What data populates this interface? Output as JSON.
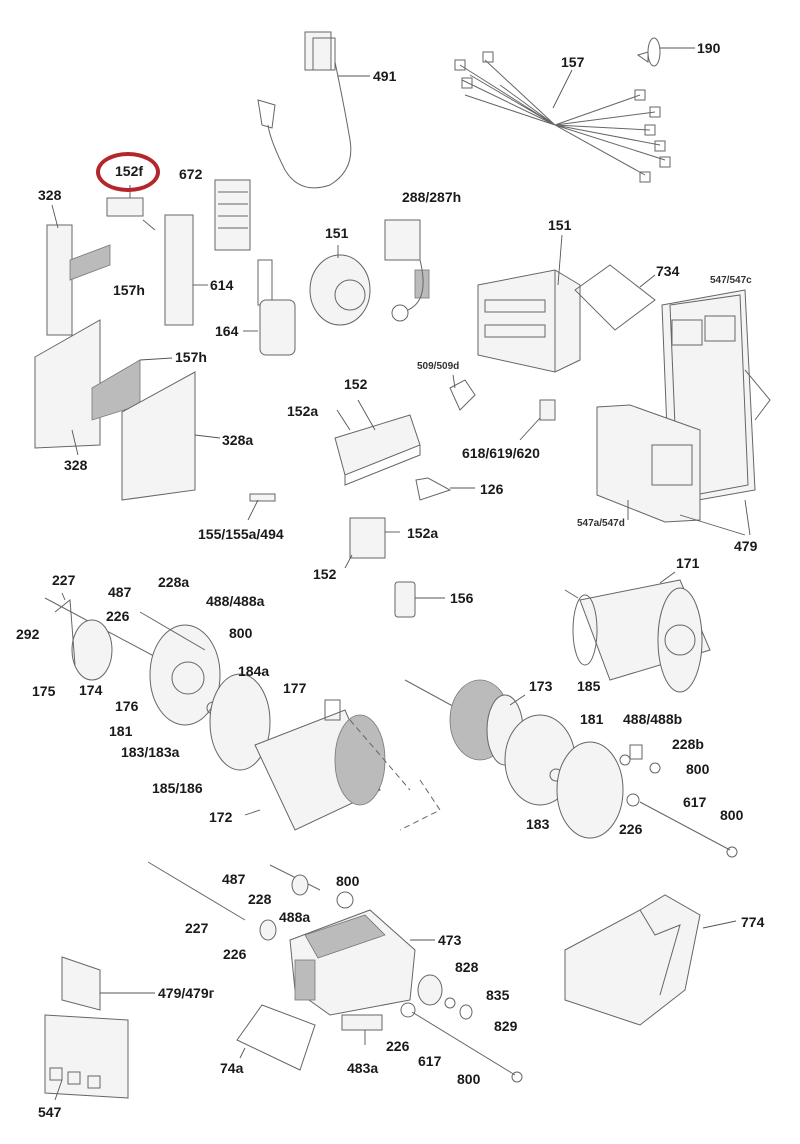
{
  "diagram": {
    "highlight_color": "#b3262b",
    "highlighted_label": "152f",
    "labels": {
      "l491": "491",
      "l157": "157",
      "l190": "190",
      "l152f": "152f",
      "l672": "672",
      "l288_287h": "288/287h",
      "l328_top": "328",
      "l151_left": "151",
      "l151_right": "151",
      "l734": "734",
      "l547_547c": "547/547c",
      "l157h_top": "157h",
      "l614": "614",
      "l164": "164",
      "l157h_mid": "157h",
      "l509_509d": "509/509d",
      "l152_top": "152",
      "l152a_top": "152a",
      "l328a": "328a",
      "l618_619_620": "618/619/620",
      "l328_bottom": "328",
      "l126": "126",
      "l155_155a_494": "155/155a/494",
      "l152a_bottom": "152a",
      "l547a_547d": "547a/547d",
      "l479": "479",
      "l152_bottom": "152",
      "l227_top": "227",
      "l487_top": "487",
      "l228a": "228a",
      "l488_488a": "488/488a",
      "l226_top": "226",
      "l800_a": "800",
      "l292": "292",
      "l156": "156",
      "l171": "171",
      "l175": "175",
      "l174": "174",
      "l184a": "184a",
      "l177": "177",
      "l176": "176",
      "l173": "173",
      "l185": "185",
      "l181_left": "181",
      "l183_183a": "183/183a",
      "l181_right": "181",
      "l488_488b": "488/488b",
      "l228b": "228b",
      "l800_b": "800",
      "l185_186": "185/186",
      "l617_top": "617",
      "l172": "172",
      "l183": "183",
      "l226_mid": "226",
      "l800_c": "800",
      "l487_bottom": "487",
      "l800_d": "800",
      "l228": "228",
      "l488a": "488a",
      "l227_bottom": "227",
      "l774": "774",
      "l226_bottom_left": "226",
      "l473": "473",
      "l828": "828",
      "l479_479r": "479/479г",
      "l835": "835",
      "l829": "829",
      "l74a": "74a",
      "l483a": "483a",
      "l226_bottom_right": "226",
      "l617_bottom": "617",
      "l800_e": "800",
      "l547": "547"
    }
  }
}
